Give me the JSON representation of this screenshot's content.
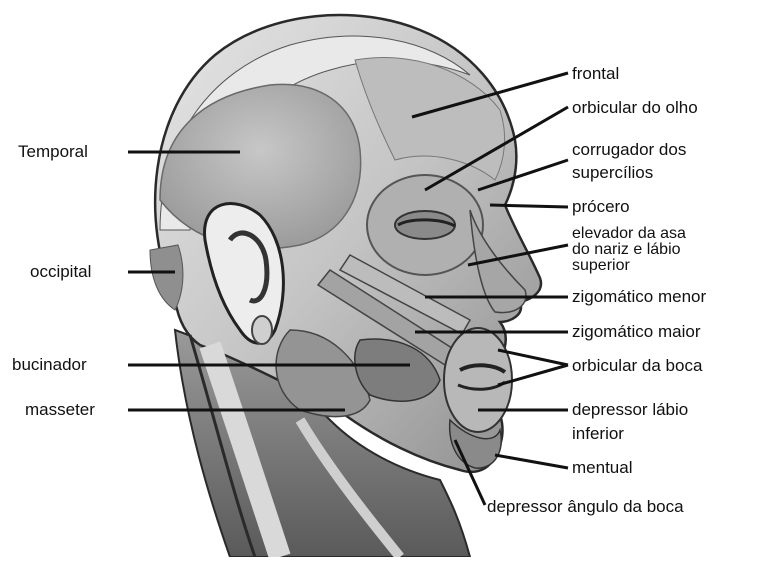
{
  "labels": {
    "temporal": "Temporal",
    "occipital": "occipital",
    "bucinador": "bucinador",
    "masseter": "masseter",
    "frontal": "frontal",
    "orbicular_olho": "orbicular do olho",
    "corrugador_1": "corrugador dos",
    "corrugador_2": "supercílios",
    "procero": "prócero",
    "elevador_1": "elevador da asa",
    "elevador_2": "do nariz e lábio",
    "elevador_3": "superior",
    "zigomatico_menor": "zigomático menor",
    "zigomatico_maior": "zigomático maior",
    "orbicular_boca": "orbicular da boca",
    "depressor_labio_1": "depressor lábio",
    "depressor_labio_2": "inferior",
    "mentual": "mentual",
    "depressor_angulo": "depressor ângulo da boca"
  },
  "colors": {
    "ink": "#111111",
    "muscle_light": "#d2d2d2",
    "muscle_mid": "#a9a9a9",
    "muscle_dark": "#6e6e6e"
  }
}
